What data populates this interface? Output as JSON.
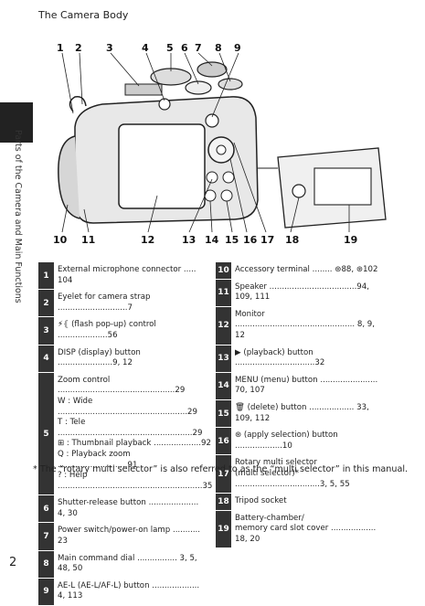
{
  "header": {
    "title": "The Camera Body"
  },
  "side_label": "Parts of the Camera and Main Functions",
  "figure": {
    "top_callouts": [
      "1",
      "2",
      "3",
      "4",
      "5",
      "6",
      "7",
      "8",
      "9"
    ],
    "bottom_callouts": [
      "10",
      "11",
      "12",
      "13",
      "14",
      "15",
      "16",
      "17",
      "18",
      "19"
    ]
  },
  "table_left": [
    {
      "num": "1",
      "lines": [
        "External microphone connector ..... 104"
      ]
    },
    {
      "num": "2",
      "lines": [
        "Eyelet for camera strap ............................7"
      ]
    },
    {
      "num": "3",
      "lines": [
        "⚡⦃ (flash pop-up) control ....................56"
      ]
    },
    {
      "num": "4",
      "lines": [
        "DISP (display) button ......................9, 12"
      ]
    },
    {
      "num": "5",
      "lines": [
        "Zoom control ...............................................29",
        "W : Wide ....................................................29",
        "T : Tele ......................................................29",
        "⊞ : Thumbnail playback ...................92",
        "Q : Playback zoom ............................91",
        "? : Help ..........................................................35"
      ]
    },
    {
      "num": "6",
      "lines": [
        "Shutter-release button .................... 4, 30"
      ]
    },
    {
      "num": "7",
      "lines": [
        "Power switch/power-on lamp ........... 23"
      ]
    },
    {
      "num": "8",
      "lines": [
        "Main command dial ................ 3, 5, 48, 50"
      ]
    },
    {
      "num": "9",
      "lines": [
        "AE-L (AE-L/AF-L) button ................... 4, 113"
      ]
    }
  ],
  "table_right": [
    {
      "num": "10",
      "lines": [
        "Accessory terminal ........ ⊛88, ⊛102"
      ]
    },
    {
      "num": "11",
      "lines": [
        "Speaker ...................................94, 109, 111"
      ]
    },
    {
      "num": "12",
      "lines": [
        "Monitor ................................................ 8, 9, 12"
      ]
    },
    {
      "num": "13",
      "lines": [
        "▶ (playback) button ................................32"
      ]
    },
    {
      "num": "14",
      "lines": [
        "MENU (menu) button ....................... 70, 107"
      ]
    },
    {
      "num": "15",
      "lines": [
        "🗑 (delete) button .................. 33, 109, 112"
      ]
    },
    {
      "num": "16",
      "lines": [
        "⊛ (apply selection) button ...................10"
      ]
    },
    {
      "num": "17",
      "lines": [
        "Rotary multi selector",
        "(multi selector)* ..................................3, 5, 55"
      ]
    },
    {
      "num": "18",
      "lines": [
        "Tripod socket"
      ]
    },
    {
      "num": "19",
      "lines": [
        "Battery-chamber/",
        "memory card slot cover .................. 18, 20"
      ]
    }
  ],
  "footnote": "* The “rotary multi selector” is also referred to as the “multi selector” in this manual.",
  "page_number": "2"
}
